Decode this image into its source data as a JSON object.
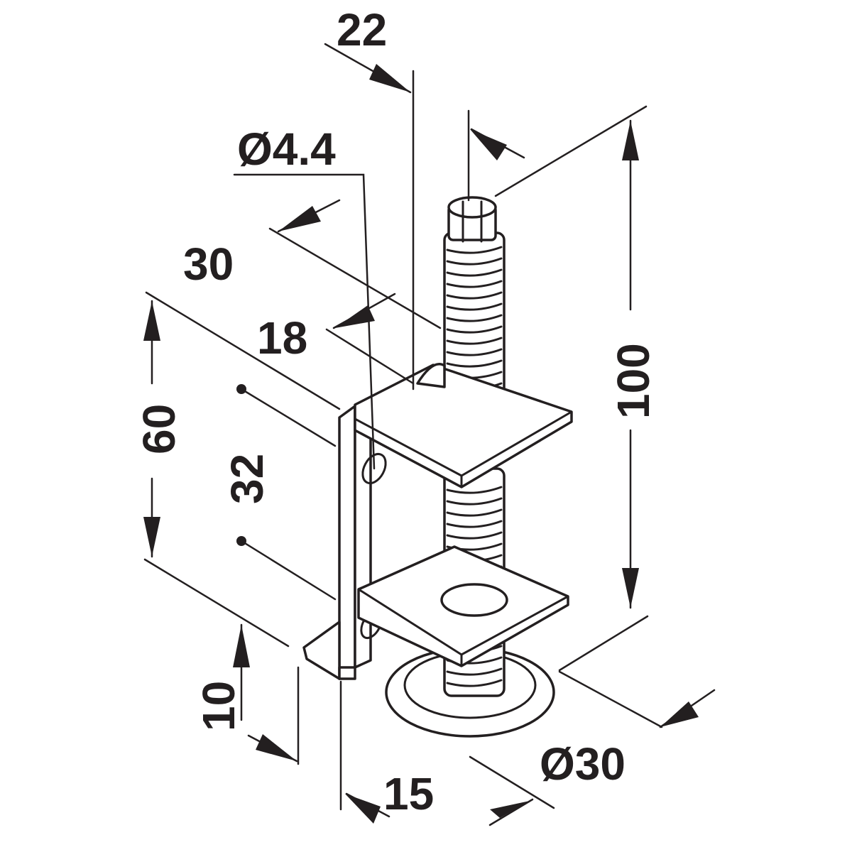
{
  "dimensions": {
    "d22": "22",
    "d4_4": "Ø4.4",
    "d30": "30",
    "d18": "18",
    "d60": "60",
    "d32": "32",
    "d100": "100",
    "d10": "10",
    "d15": "15",
    "dia30": "Ø30"
  },
  "colors": {
    "ink": "#231f20",
    "background": "#ffffff"
  }
}
